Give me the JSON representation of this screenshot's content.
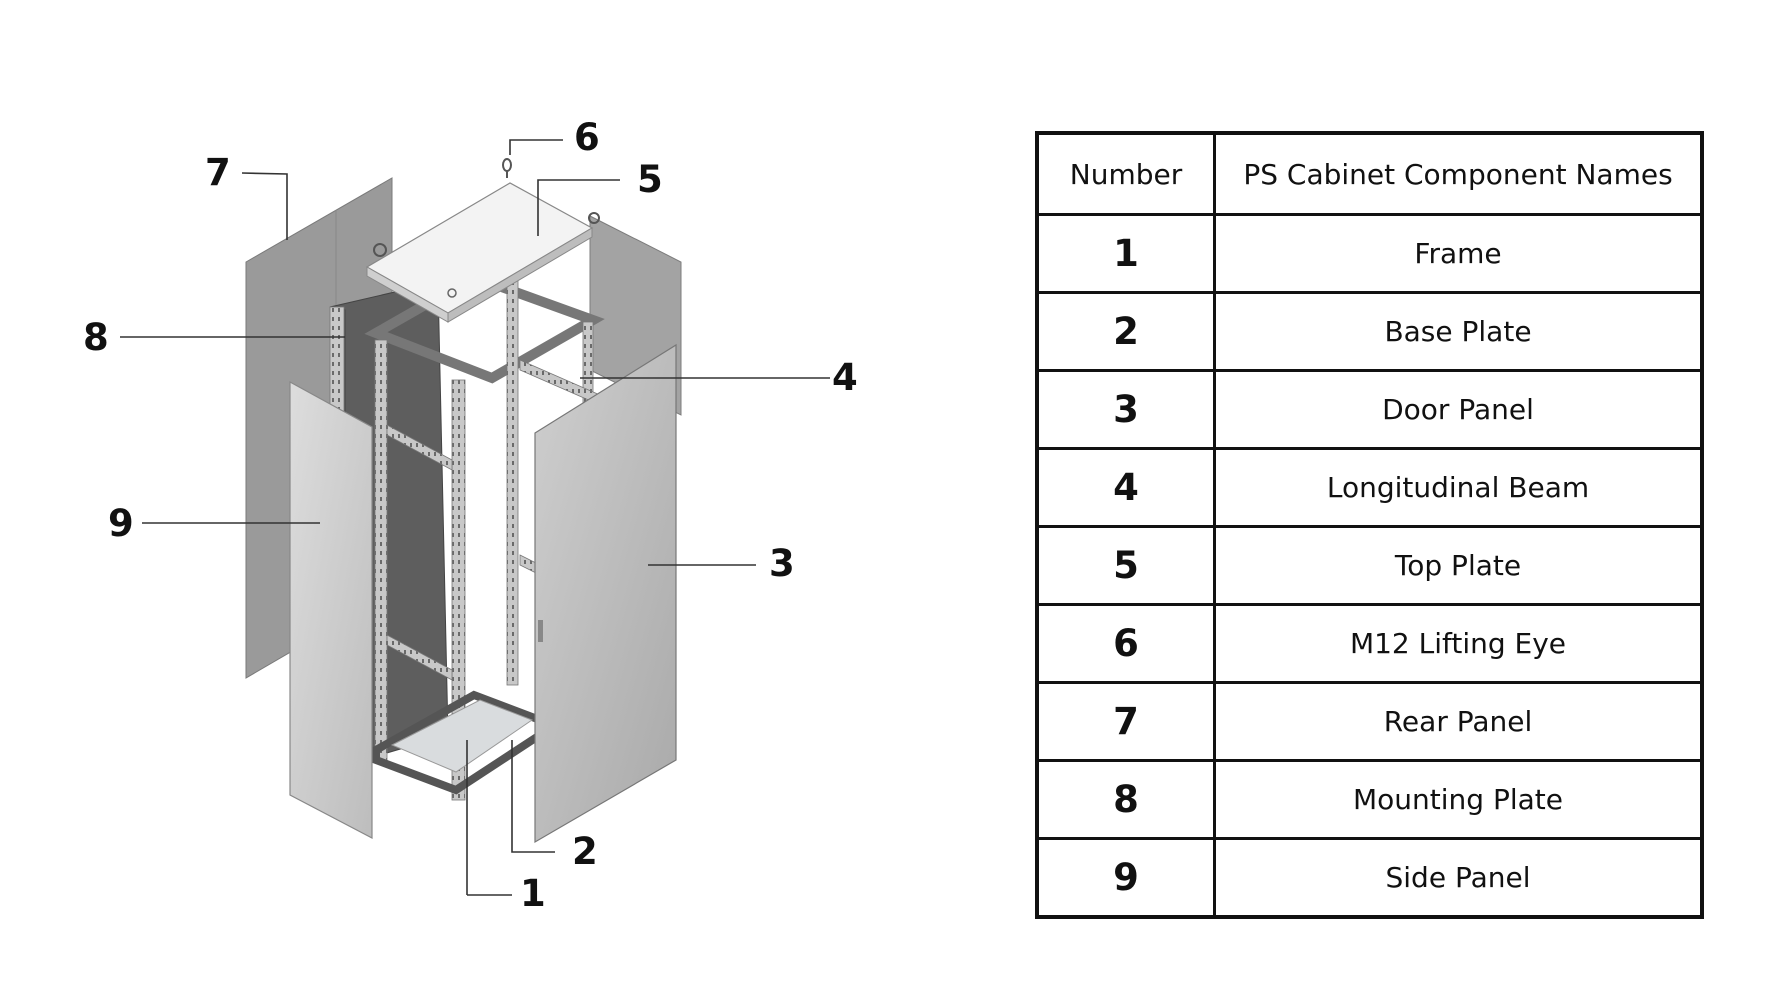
{
  "diagram": {
    "callouts": [
      {
        "number": "1"
      },
      {
        "number": "2"
      },
      {
        "number": "3"
      },
      {
        "number": "4"
      },
      {
        "number": "5"
      },
      {
        "number": "6"
      },
      {
        "number": "7"
      },
      {
        "number": "8"
      },
      {
        "number": "9"
      }
    ]
  },
  "table": {
    "headers": [
      "Number",
      "PS Cabinet Component Names"
    ],
    "rows": [
      {
        "number": "1",
        "name": "Frame"
      },
      {
        "number": "2",
        "name": "Base Plate"
      },
      {
        "number": "3",
        "name": "Door Panel"
      },
      {
        "number": "4",
        "name": "Longitudinal Beam"
      },
      {
        "number": "5",
        "name": "Top Plate"
      },
      {
        "number": "6",
        "name": "M12 Lifting Eye"
      },
      {
        "number": "7",
        "name": "Rear Panel"
      },
      {
        "number": "8",
        "name": "Mounting Plate"
      },
      {
        "number": "9",
        "name": "Side Panel"
      }
    ]
  }
}
